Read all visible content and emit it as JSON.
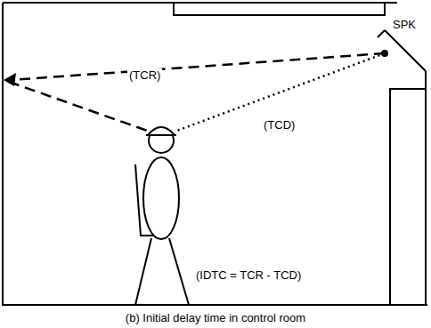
{
  "diagram": {
    "caption": "(b) Initial delay time in control room",
    "labels": [
      "SPK",
      "(TCR)",
      "(TCD)",
      "(IDTC = TCR - TCD)"
    ]
  }
}
